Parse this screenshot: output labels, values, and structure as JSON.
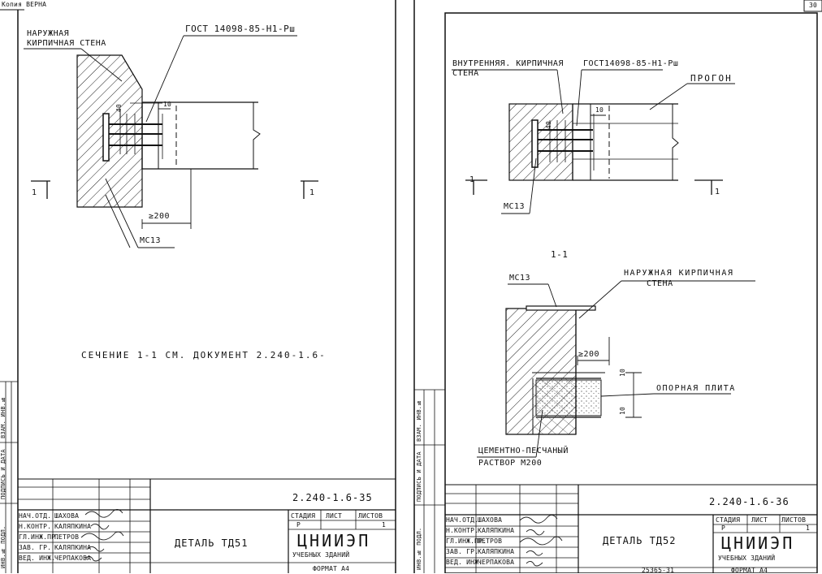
{
  "header": {
    "copy_mark": "Копия ВЕРНА",
    "page_corner": "30"
  },
  "left_sheet": {
    "labels": {
      "outer_wall_line1": "НАРУЖНАЯ",
      "outer_wall_line2": "КИРПИЧНАЯ СТЕНА",
      "gost": "ГОСТ 14098-85-Н1-Рш",
      "dim_40": "40",
      "dim_10": "10",
      "dim_200": "≥200",
      "mc13": "МС13",
      "cut_left": "1",
      "cut_right": "1",
      "section_note": "СЕЧЕНИЕ 1-1 СМ. ДОКУМЕНТ 2.240-1.6-"
    },
    "stamp": {
      "code": "2.240-1.6-35",
      "title": "ДЕТАЛЬ ТД51",
      "stage_header": "СТАДИЯ",
      "sheet_header": "ЛИСТ",
      "sheets_header": "ЛИСТОВ",
      "stage": "Р",
      "sheet": "",
      "sheets": "1",
      "org": "ЦНИИЭП",
      "org_sub": "УЧЕБНЫХ ЗДАНИЙ",
      "roles": [
        {
          "role": "НАЧ.ОТД.",
          "name": "ШАХОВА"
        },
        {
          "role": "Н.КОНТР.",
          "name": "КАЛЯПКИНА"
        },
        {
          "role": "ГЛ.ИНЖ.ПР.",
          "name": "ПЕТРОВ"
        },
        {
          "role": "ЗАВ. ГР.",
          "name": "КАЛЯПКИНА"
        },
        {
          "role": "ВЕД. ИНЖ.",
          "name": "ЧЕРПАКОВА"
        }
      ],
      "side_labels": [
        "ВЗАМ. ИНВ.№",
        "ПОДПИСЬ И ДАТА",
        "ИНВ.№ ПОДЛ."
      ],
      "format": "ФОРМАТ А4"
    }
  },
  "right_sheet": {
    "labels": {
      "inner_wall_line1": "ВНУТРЕННЯЯ. КИРПИЧНАЯ",
      "inner_wall_line2": "СТЕНА",
      "gost": "ГОСТ14098-85-Н1-Рш",
      "purlin": "ПРОГОН",
      "dim_40": "40",
      "dim_10": "10",
      "mc13": "МС13",
      "cut_left": "1",
      "cut_right": "1",
      "section_title": "1-1",
      "mc13_b": "МС13",
      "outer_wall_line1": "НАРУЖНАЯ КИРПИЧНАЯ",
      "outer_wall_line2": "СТЕНА",
      "dim_200": "≥200",
      "dim_10a": "10",
      "dim_10b": "10",
      "support_plate": "ОПОРНАЯ ПЛИТА",
      "mortar_line1": "ЦЕМЕНТНО-ПЕСЧАНЫЙ",
      "mortar_line2": "РАСТВОР М200"
    },
    "stamp": {
      "code": "2.240-1.6-36",
      "title": "ДЕТАЛЬ ТД52",
      "stage_header": "СТАДИЯ",
      "sheet_header": "ЛИСТ",
      "sheets_header": "ЛИСТОВ",
      "stage": "Р",
      "sheet": "",
      "sheets": "1",
      "org": "ЦНИИЭП",
      "org_sub": "УЧЕБНЫХ ЗДАНИЙ",
      "roles": [
        {
          "role": "НАЧ.ОТД.",
          "name": "ШАХОВА"
        },
        {
          "role": "Н.КОНТР.",
          "name": "КАЛЯПКИНА"
        },
        {
          "role": "ГЛ.ИНЖ.ПР.",
          "name": "ПЕТРОВ"
        },
        {
          "role": "ЗАВ. ГР.",
          "name": "КАЛЯПКИНА"
        },
        {
          "role": "ВЕД. ИНЖ.",
          "name": "ЧЕРПАКОВА"
        }
      ],
      "side_labels": [
        "ВЗАМ. ИНВ.№",
        "ПОДПИСЬ И ДАТА",
        "ИНВ.№ ПОДЛ."
      ],
      "footer_num": "25365-31",
      "format": "ФОРМАТ А4"
    }
  }
}
